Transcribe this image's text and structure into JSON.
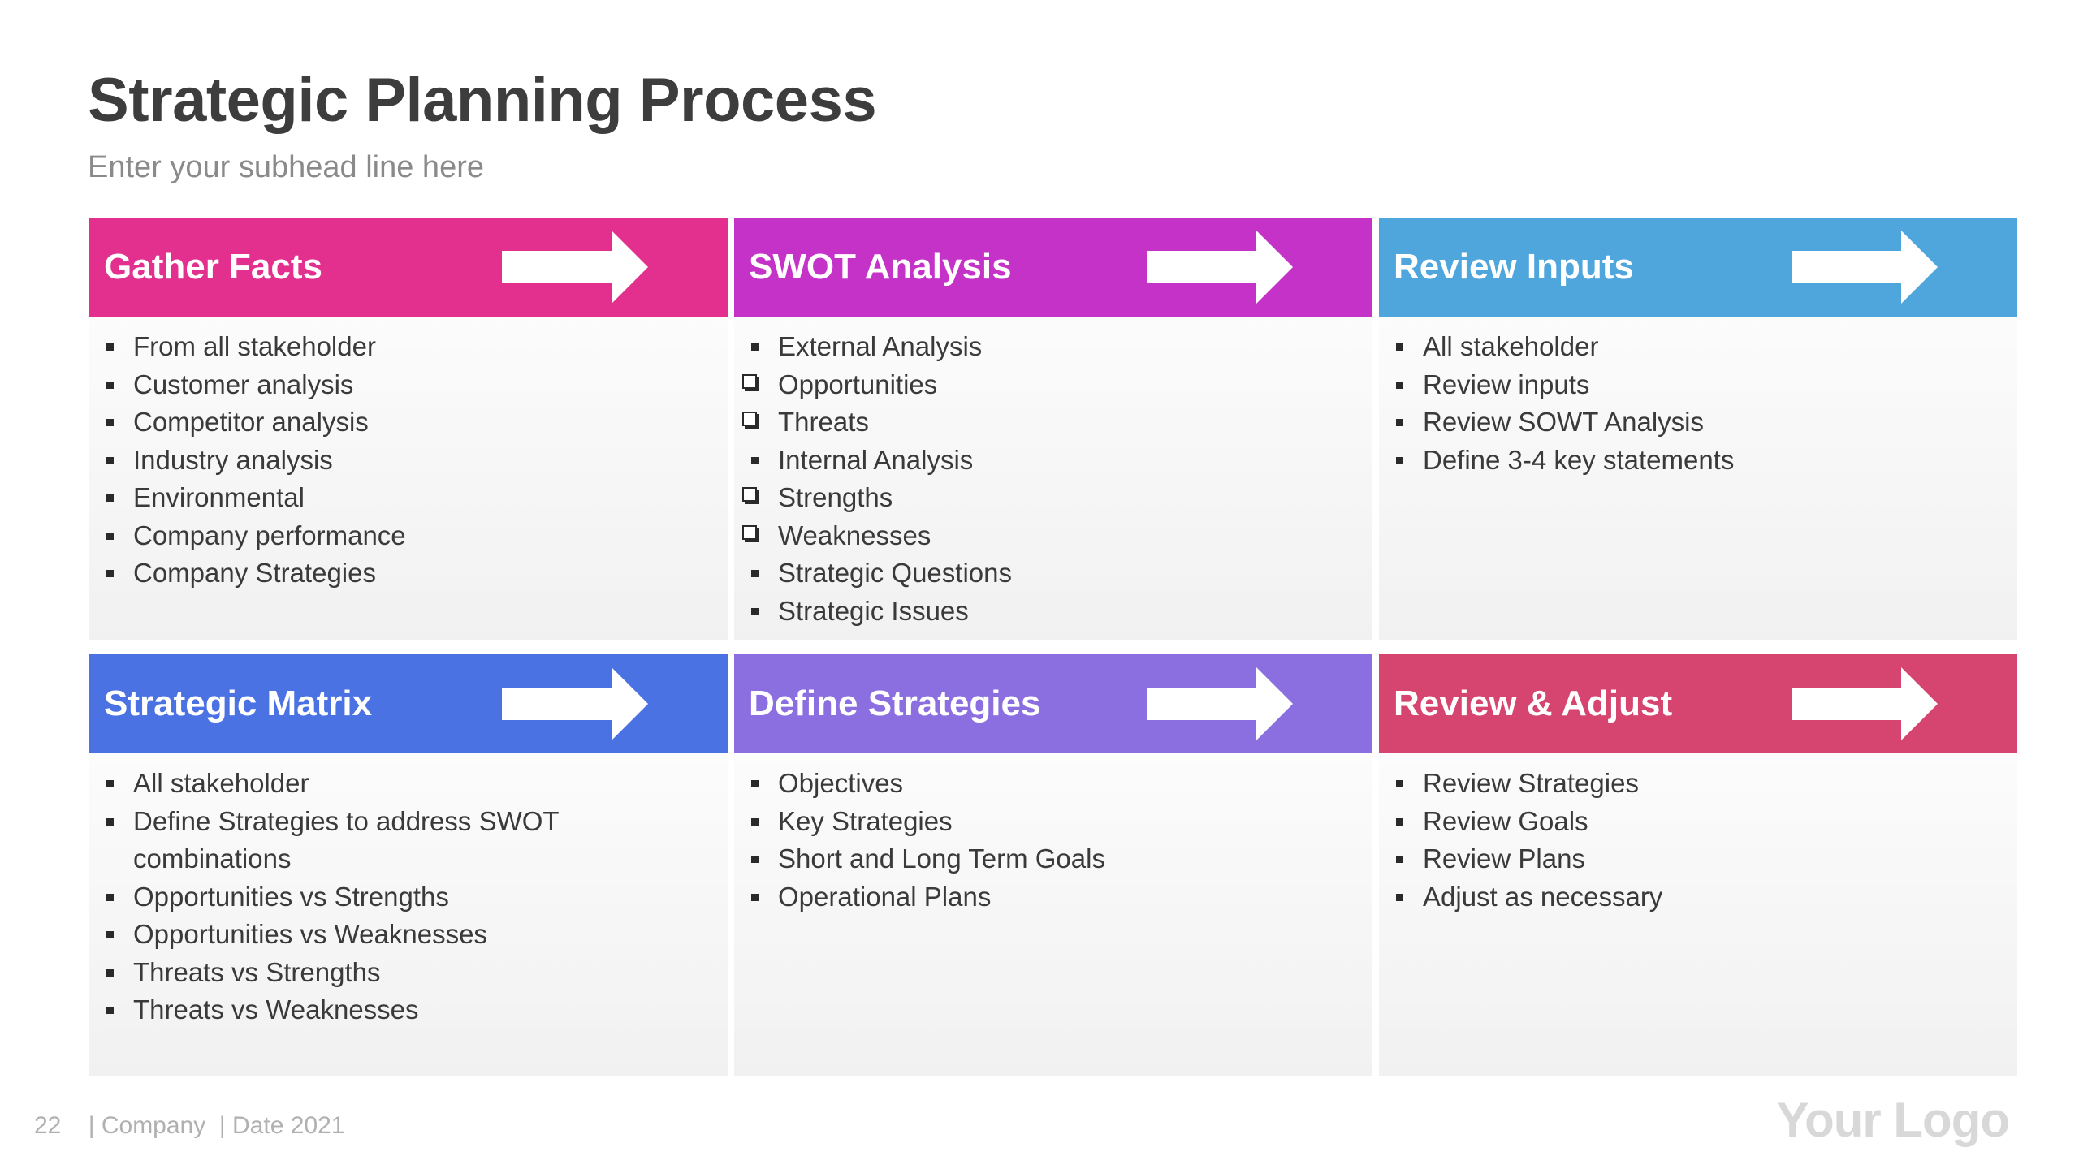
{
  "slide": {
    "title": "Strategic Planning Process",
    "subhead": "Enter your subhead line here"
  },
  "panels": [
    {
      "title": "Gather Facts",
      "color": "#e3308e",
      "icon": "arrow-right-icon",
      "items": [
        {
          "text": "From all stakeholder",
          "bullet": "square"
        },
        {
          "text": "Customer analysis",
          "bullet": "square"
        },
        {
          "text": "Competitor analysis",
          "bullet": "square"
        },
        {
          "text": "Industry analysis",
          "bullet": "square"
        },
        {
          "text": "Environmental",
          "bullet": "square"
        },
        {
          "text": "Company performance",
          "bullet": "square"
        },
        {
          "text": "Company Strategies",
          "bullet": "square"
        }
      ]
    },
    {
      "title": "SWOT Analysis",
      "color": "#c532c8",
      "icon": "arrow-right-icon",
      "items": [
        {
          "text": "External Analysis",
          "bullet": "square"
        },
        {
          "text": "Opportunities",
          "bullet": "checkbox"
        },
        {
          "text": "Threats",
          "bullet": "checkbox"
        },
        {
          "text": "Internal Analysis",
          "bullet": "square"
        },
        {
          "text": "Strengths",
          "bullet": "checkbox"
        },
        {
          "text": "Weaknesses",
          "bullet": "checkbox"
        },
        {
          "text": "Strategic Questions",
          "bullet": "square"
        },
        {
          "text": "Strategic Issues",
          "bullet": "square"
        }
      ]
    },
    {
      "title": "Review Inputs",
      "color": "#4ea6dc",
      "icon": "arrow-right-icon",
      "items": [
        {
          "text": "All stakeholder",
          "bullet": "square"
        },
        {
          "text": "Review inputs",
          "bullet": "square"
        },
        {
          "text": "Review SOWT Analysis",
          "bullet": "square"
        },
        {
          "text": "Define 3-4 key statements",
          "bullet": "square"
        }
      ]
    },
    {
      "title": "Strategic Matrix",
      "color": "#4a72e3",
      "icon": "arrow-right-icon",
      "items": [
        {
          "text": "All stakeholder",
          "bullet": "square"
        },
        {
          "text": "Define Strategies to address SWOT combinations",
          "bullet": "square"
        },
        {
          "text": "Opportunities vs Strengths",
          "bullet": "square"
        },
        {
          "text": "Opportunities vs Weaknesses",
          "bullet": "square"
        },
        {
          "text": "Threats vs Strengths",
          "bullet": "square"
        },
        {
          "text": "Threats vs Weaknesses",
          "bullet": "square"
        }
      ]
    },
    {
      "title": "Define Strategies",
      "color": "#8b6fe0",
      "icon": "arrow-right-icon",
      "items": [
        {
          "text": "Objectives",
          "bullet": "square"
        },
        {
          "text": "Key Strategies",
          "bullet": "square"
        },
        {
          "text": "Short and Long Term Goals",
          "bullet": "square"
        },
        {
          "text": "Operational Plans",
          "bullet": "square"
        }
      ]
    },
    {
      "title": "Review & Adjust",
      "color": "#d5456f",
      "icon": "arrow-right-icon",
      "items": [
        {
          "text": "Review Strategies",
          "bullet": "square"
        },
        {
          "text": "Review Goals",
          "bullet": "square"
        },
        {
          "text": "Review Plans",
          "bullet": "square"
        },
        {
          "text": "Adjust as necessary",
          "bullet": "square"
        }
      ]
    }
  ],
  "footer": {
    "page_number": "22",
    "company": "| Company",
    "date": "| Date 2021",
    "logo": "Your Logo"
  }
}
